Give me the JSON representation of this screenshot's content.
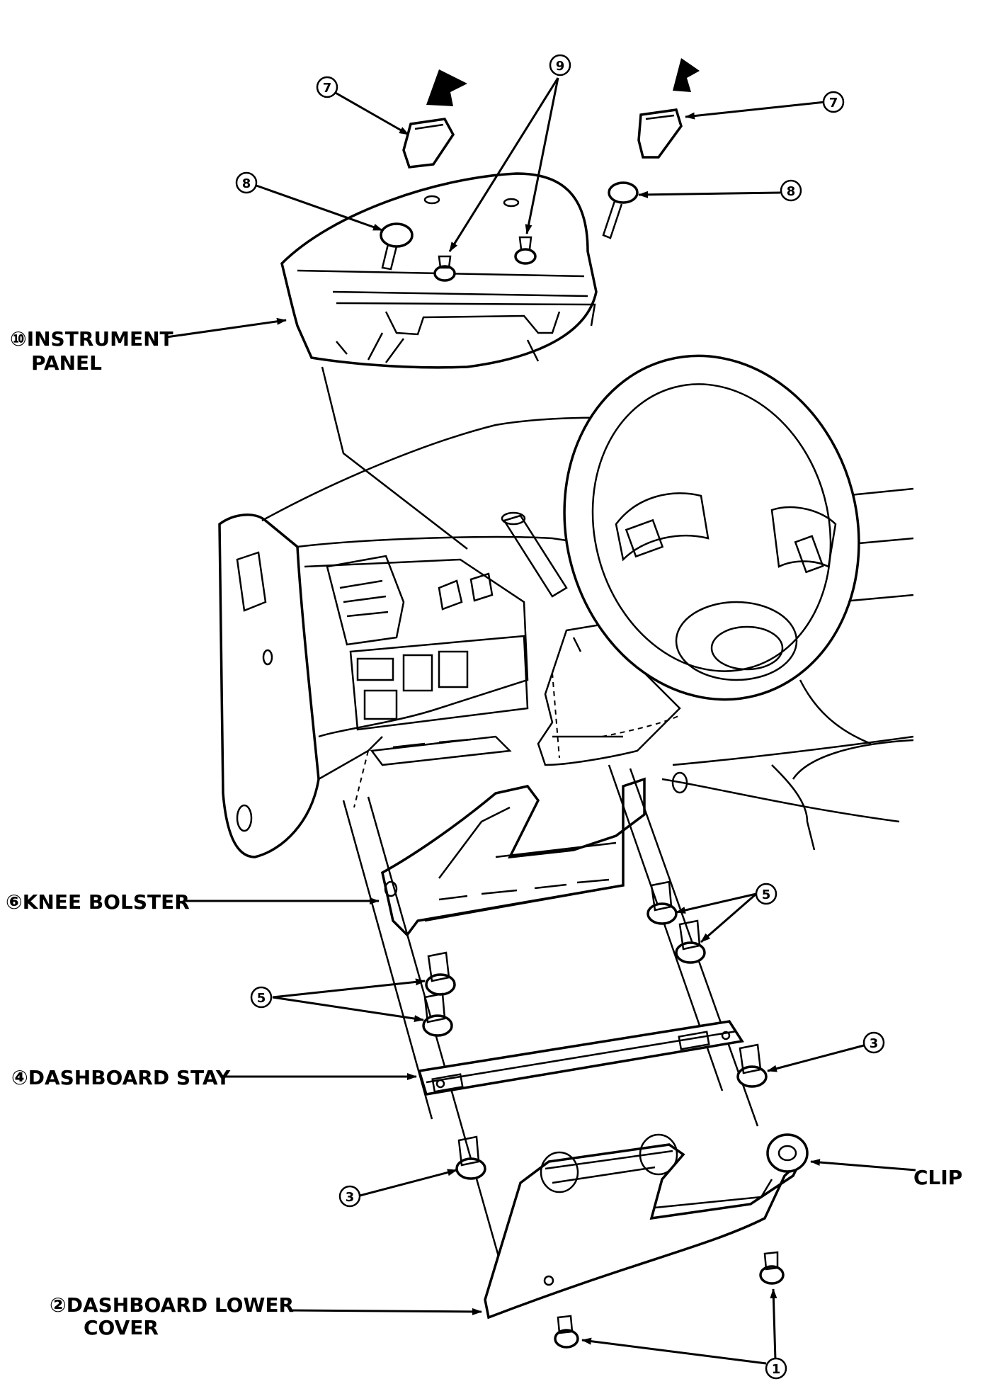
{
  "labels": {
    "instrument_panel_1": "⑩INSTRUMENT",
    "instrument_panel_2": "PANEL",
    "knee_bolster": "⑥KNEE BOLSTER",
    "dashboard_stay": "④DASHBOARD STAY",
    "lower_cover_1": "②DASHBOARD LOWER",
    "lower_cover_2": "COVER",
    "clip": "CLIP"
  },
  "callouts": {
    "c7": "7",
    "c8": "8",
    "c9": "9",
    "c5": "5",
    "c3": "3",
    "c1": "1"
  }
}
